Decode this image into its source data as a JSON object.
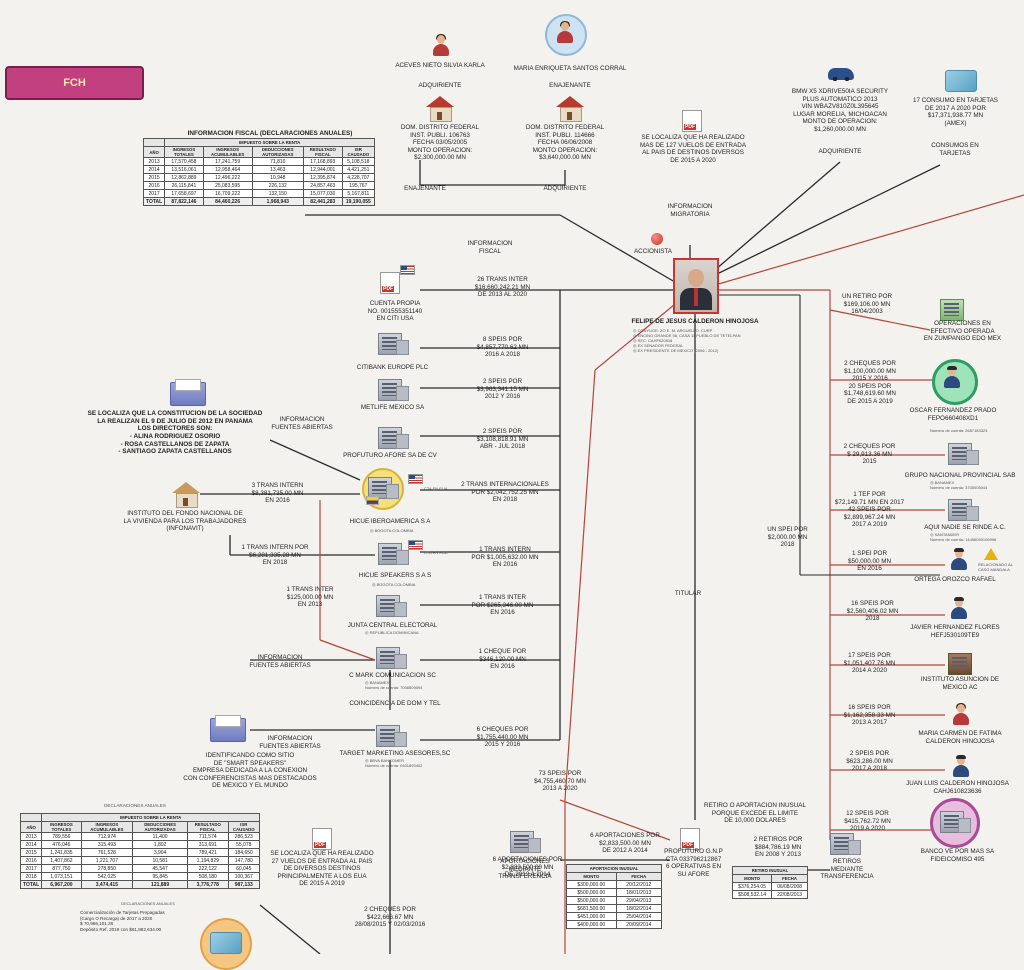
{
  "title": "FCH",
  "fiscal_top": {
    "title": "INFORMACION FISCAL (DECLARACIONES ANUALES)",
    "group_header": "IMPUESTO SOBRE LA RENTA",
    "headers": [
      "AÑO",
      "INGRESOS TOTALES",
      "INGRESOS ACUMULABLES",
      "DEDUCCIONES AUTORIZADAS",
      "RESULTADO FISCAL",
      "ISR CAUSADO"
    ],
    "rows": [
      [
        "2013",
        "17,570,458",
        "17,241,759",
        "71,810",
        "17,168,893",
        "5,108,518"
      ],
      [
        "2014",
        "13,516,061",
        "12,958,464",
        "13,463",
        "12,944,001",
        "4,421,251"
      ],
      [
        "2015",
        "12,862,889",
        "12,496,222",
        "10,948",
        "12,395,874",
        "4,228,707"
      ],
      [
        "2016",
        "26,115,841",
        "25,083,595",
        "226,132",
        "24,857,463",
        "195,767"
      ],
      [
        "2017",
        "17,658,697",
        "16,709,222",
        "132,150",
        "15,077,030",
        "5,167,811"
      ]
    ],
    "total": [
      "TOTAL",
      "87,822,146",
      "84,460,226",
      "1,968,943",
      "82,441,283",
      "19,190,055"
    ]
  },
  "fiscal_bottom": {
    "group_header": "IMPUESTO SOBRE LA RENTA",
    "headers": [
      "AÑO",
      "INGRESOS TOTALES",
      "INGRESOS ACUMULABLES",
      "DEDUCCIONES AUTORIZADAS",
      "RESULTADO FISCAL",
      "ISR CAUSADO"
    ],
    "rows": [
      [
        "2013",
        "789,556",
        "712,974",
        "11,400",
        "711,574",
        "286,523"
      ],
      [
        "2014",
        "476,046",
        "315,493",
        "1,802",
        "313,691",
        "55,078"
      ],
      [
        "2015",
        "1,241,835",
        "761,528",
        "3,904",
        "789,421",
        "184,650"
      ],
      [
        "2016",
        "1,407,862",
        "1,221,707",
        "10,581",
        "1,194,829",
        "147,780"
      ],
      [
        "2017",
        "877,750",
        "278,850",
        "45,547",
        "222,122",
        "60,045"
      ],
      [
        "2018",
        "1,073,151",
        "542,025",
        "95,845",
        "508,180",
        "100,367"
      ]
    ],
    "total": [
      "TOTAL",
      "6,967,200",
      "3,474,415",
      "121,889",
      "3,776,778",
      "987,133"
    ],
    "caption": "DECLARACIONES ANUALES"
  },
  "top_persons": [
    {
      "name": "ACEVES NIETO SILVIA KARLA",
      "role": "ADQUIRIENTE",
      "deed": "DOM. DISTRITO FEDERAL\nINST. PUBLI. 106763\nFECHA 03/05/2005\nMONTO OPERACION:\n$2,300,000.00 MN",
      "deed_role": "ENAJENANTE"
    },
    {
      "name": "MARIA ENRIQUETA SANTOS CORRAL",
      "role": "ENAJENANTE",
      "deed": "DOM. DISTRITO FEDERAL\nINST. PUBLI. 114666\nFECHA 06/06/2008\nMONTO OPERACION:\n$3,640,000.00 MN",
      "deed_role": "ADQUIRIENTE"
    }
  ],
  "flights_top": "SE LOCALIZA QUE HA REALIZADO\nMAS DE 127 VUELOS DE ENTRADA\nAL PAIS DE DESTINOS DIVERSOS\nDE 2015 A 2020",
  "migratoria": "INFORMACION\nMIGRATORIA",
  "accionista": "ACCIONISTA",
  "info_fiscal": "INFORMACION\nFISCAL",
  "car": {
    "text": "BMW X5 XDRIVE50IA SECURITY\nPLUS AUTOMATICO 2013\nVIN WBAZV810Z0L395645\nLUGAR MORELIA, MICHOACAN\nMONTO DE OPERACION:\n$1,260,000.00 MN",
    "role": "ADQUIRIENTE"
  },
  "cards_top": {
    "text": "17 CONSUMO EN TARJETAS\nDE 2017 A 2020 POR\n$17,371,938.77 MN\n(AMEX)",
    "role": "CONSUMOS EN\nTARJETAS"
  },
  "center": {
    "name": "FELIPE DE JESUS CALDERON HINOJOSA",
    "details": "◎ CONYUGE: ZO E. M. ARGUELLO, CURP\n◎ ENCINO GRANDE 98, CASA 11 PUEBLO DE TETELPAN\n◎ RFC: CAHF620818\n◎ EX SENADOR FEDERAL\n◎ EX PRESIDENTE DE MEXICO (2006 - 2012)",
    "titular": "TITULAR"
  },
  "left_nodes": [
    {
      "name": "CUENTA PROPIA\nNO. 001555351140\nEN CITI USA",
      "edge": "26 TRANS INTER\n$16,660,242.21 MN\nDE 2013 AL 2020"
    },
    {
      "name": "CITIBANK EUROPE PLC",
      "edge": "8 SPEIS POR\n$4,857,770.62 MN\n2016 A 2018"
    },
    {
      "name": "METLIFE MEXICO SA",
      "edge": "2 SPEIS POR\n$3,963,341.15 MN\n2012 Y 2016"
    },
    {
      "name": "PROFUTURO AFORE SA DE CV",
      "edge": "2 SPEIS POR\n$3,108,818.91 MN\nABR - JUL 2018"
    },
    {
      "name": "HICUE IBEROAMERICA S A",
      "sub": "◎ BOGOTA COLOMBIA",
      "badge": "CTA EN EUA",
      "edge": "2 TRANS INTERNACIONALES\nPOR $2,042,752.25 MN\nEN 2018"
    },
    {
      "name": "HICUE SPEAKERS S A S",
      "sub": "◎ BOGOTA COLOMBIA",
      "badge": "CTA EN EUA",
      "edge": "1 TRANS INTERN\nPOR $1,005,632.00 MN\nEN 2016"
    },
    {
      "name": "JUNTA CENTRAL ELECTORAL",
      "sub": "◎ REPUBLICA DOMINICANA",
      "edge": "1 TRANS INTER\nPOR $265,346.00 MN\nEN 2016"
    },
    {
      "name": "C MARK COMUNICACION SC",
      "sub": "◎ BANAMEX\nNúmero de cuenta: 7008509094",
      "edge": "1 CHEQUE POR\n$346,120.00 MN\nEN 2016"
    },
    {
      "name": "TARGET MARKETING ASESORES,SC",
      "sub": "◎ BBVA BANCOMER\nNúmero de cuenta: 0401893402",
      "edge": "6 CHEQUES POR\n$1,755,440.00 MN\n2015 Y 2016"
    }
  ],
  "left_misc": {
    "constitucion": "SE LOCALIZA QUE LA CONSTITUCION DE LA SOCIEDAD\nLA REALIZAN EL 9 DE JULIO DE 2012 EN PANAMA\nLOS DIRECTORES SON:\n- ALINA RODRIGUEZ OSORIO\n- ROSA CASTELLANOS DE ZAPATA\n- SANTIAGO ZAPATA CASTELLANOS",
    "fuentes": "INFORMACION\nFUENTES ABIERTAS",
    "infonavit": "INSTITUTO DEL FONDO NACIONAL DE\nLA VIVIENDA PARA LOS TRABAJADORES\n(INFONAVIT)",
    "infonavit_edge": "3 TRANS INTERN\n$8,381,735.00 MN\nEN 2016",
    "hicue_sp_in": "1 TRANS INTERN POR\n$6,281,335.28 MN\nEN 2018",
    "junta_in": "1 TRANS INTER\n$125,000.00 MN\nEN 2013",
    "coincidencia": "COINCIDENCIA DE DOM Y TEL",
    "smart": "IDENTIFICANDO COMO SITIO\nDE \"SMART SPEAKERS\"\nEMPRESA DEDICADA A LA CONEXION\nCON CONFERENCISTAS MAS DESTACADOS\nDE MEXICO Y EL MUNDO",
    "vuelos_ent": "SE LOCALIZA QUE HA REALIZADO\n27 VUELOS DE ENTRADA AL PAIS\nDE DIVERSOS DESTINOS\nPRINCIPALMENTE A LOS EUA\nDE 2015 A 2019",
    "cheques_bottom": "2 CHEQUES POR\n$422,666.67 MN\n28/08/2015 Y 02/03/2016",
    "speis_73": "73 SPEIS POR\n$4,755,460.70 MN\n2013 A 2020",
    "comercial": "Comercialización de Tarjetas Prepagadas\n(Cargo O Recarga) de 2017 a 2020\n$ 70,966,101.26\nDepósito Ref. 2019 con $61,882,634.00"
  },
  "right_nodes": [
    {
      "edge": "UN RETIRO POR\n$169,106.00 MN\n16/04/2003",
      "name": "OPERACIONES EN\nEFECTIVO OPERADA\nEN ZUMPANGO EDO MEX"
    },
    {
      "edge": "2 CHEQUES POR\n$1,100,000.00 MN\n2015 Y 2016\n20 SPEIS POR\n$1,748,619.60 MN\nDE 2015 A 2019",
      "name": "OSCAR FERNANDEZ PRADO\nFEPO660408XD1",
      "sub": "Número de cuenta: 2687183323"
    },
    {
      "edge": "2 CHEQUES POR\n$ 29,913.36 MN\n2015",
      "name": "GRUPO NACIONAL PROVINCIAL SAB",
      "sub": "◎ BANAMEX\nNúmero de cuenta: 3700005044"
    },
    {
      "edge": "1 TEF POR\n$72,149.71 MN EN 2017\n42 SPEIS POR\n$2,899,967.24 MN\n2017 A 2019",
      "name": "AQUI NADIE SE RINDE A.C.",
      "sub": "◎ SANTANDER\nNúmero de cuenta: 14456050106998"
    },
    {
      "edge": "1 SPEI POR\n$50,000.00 MN\nEN 2016",
      "name": "ORTEGA OROZCO RAFAEL",
      "warn": "RELACIONADO AL\nCASO MANDALA"
    },
    {
      "edge": "16 SPEIS POR\n$2,560,406.02 MN\n2018",
      "name": "JAVIER HERNANDEZ FLORES\nHEFJ530109TE9"
    },
    {
      "edge": "17 SPEIS POR\n$1,051,407.76 MN\n2014 A 2020",
      "name": "INSTITUTO ASUNCION DE\nMEXICO AC"
    },
    {
      "edge": "16 SPEIS POR\n$1,162,358.33 MN\n2013 A 2017",
      "name": "MARIA CARMEN DE FATIMA\nCALDERON HINOJOSA"
    },
    {
      "edge": "2 SPEIS POR\n$623,286.00 MN\n2017 A 2018",
      "name": "JUAN LUIS CALDERON HINOJOSA\nCAHJ610823636"
    },
    {
      "edge": "12 SPEIS POR\n$415,762.72 MN\n2019 A 2020",
      "name": "BANCO VE POR MAS SA\nFIDEICOMISO 495"
    }
  ],
  "right_misc": {
    "un_spei": "UN SPEI POR\n$2,000.00 MN\n2018"
  },
  "bottom": {
    "aportaciones_edge": "6 APORTACIONES POR\n$2,833,500.00 MN\nDE 2012 A 2014",
    "aportaciones_name": "APORTACIONES\nMEDIANTE\nTRANSFERENCIA",
    "profuturo": "PROFUTURO G.N.P\nCTA 033796212867\n6 OPERATIVAS EN\nSU AFORE",
    "retiro_text": "RETIRO O APORTACION INUSUAL\nPORQUE EXCEDE EL LIMITE\nDE 10,000 DOLARES",
    "retiros_edge": "2 RETIROS POR\n$884,786.19 MN\nEN 2008 Y 2013",
    "retiros_name": "RETIROS\nMEDIANTE\nTRANSFERENCIA",
    "aport_table": {
      "title": "APORTACION INUSUAL",
      "headers": [
        "MONTO",
        "FECHA"
      ],
      "rows": [
        [
          "$300,000.00",
          "20/12/2012"
        ],
        [
          "$500,000.00",
          "18/01/2013"
        ],
        [
          "$500,000.00",
          "29/04/2013"
        ],
        [
          "$681,500.00",
          "18/02/2014"
        ],
        [
          "$451,000.00",
          "25/04/2014"
        ],
        [
          "$400,000.00",
          "20/09/2014"
        ]
      ]
    },
    "retiro_table": {
      "title": "RETIRO INUSUAL",
      "headers": [
        "MONTO",
        "FECHA"
      ],
      "rows": [
        [
          "$376,254.05",
          "06/08/2008"
        ],
        [
          "$508,532.14",
          "22/08/2013"
        ]
      ]
    }
  }
}
